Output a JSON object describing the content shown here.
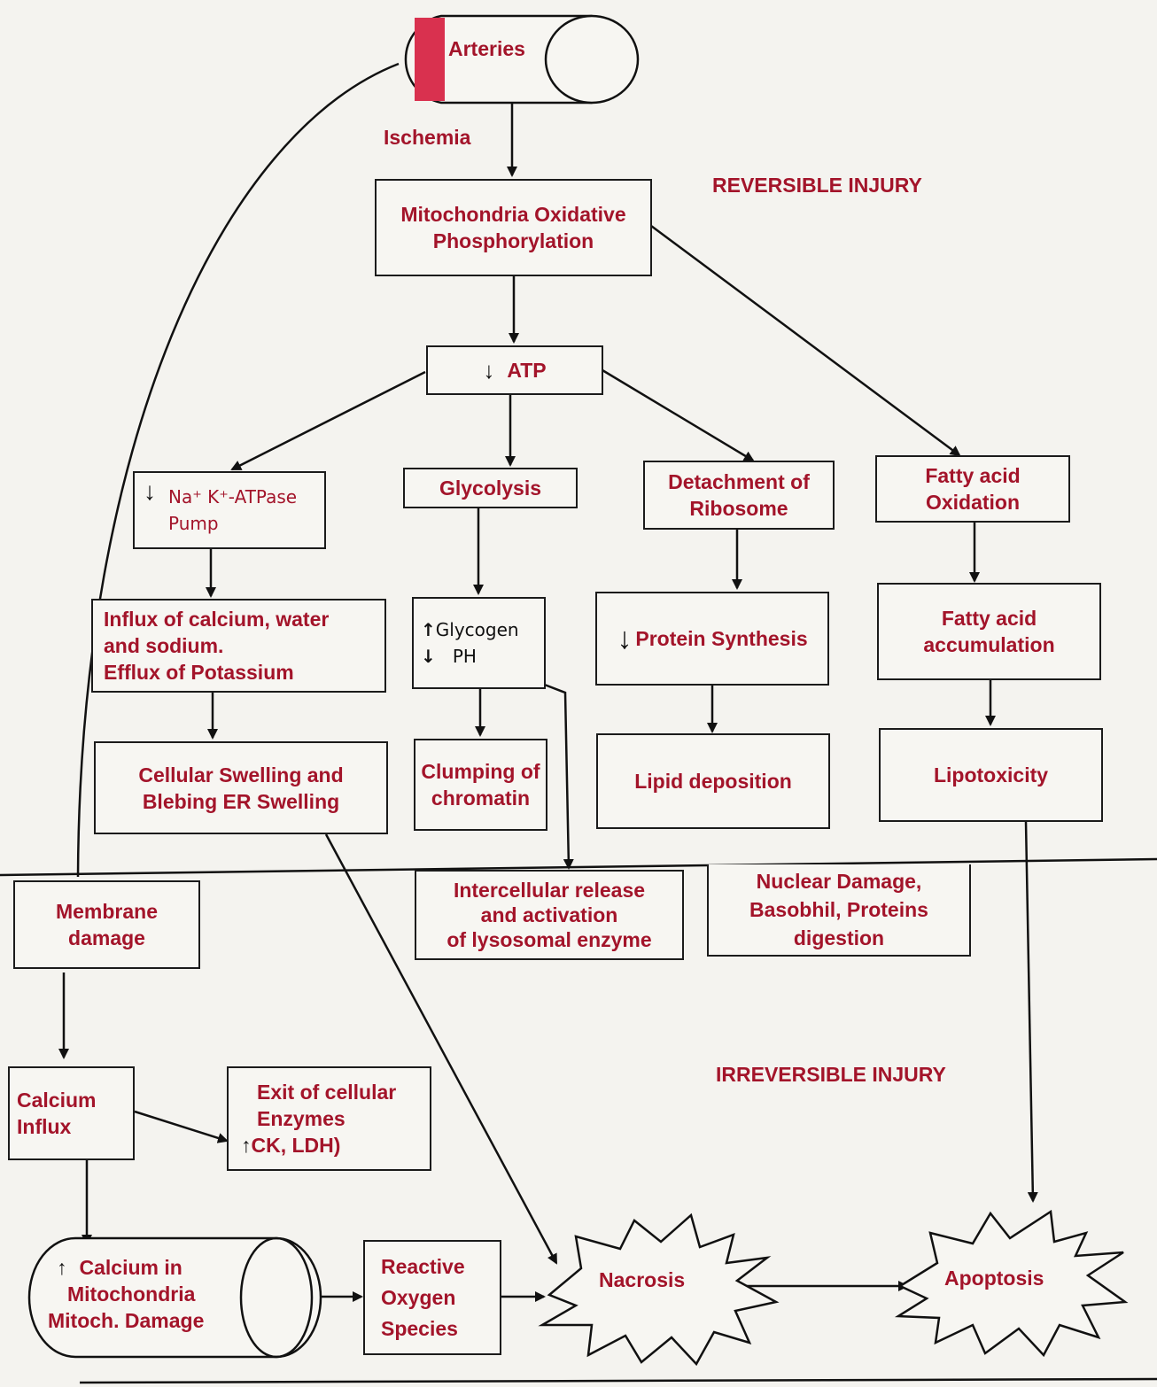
{
  "top": {
    "arteries": "Arteries",
    "ischemia": "Ischemia",
    "reversible_title": "REVERSIBLE INJURY",
    "irreversible_title": "IRREVERSIBLE INJURY"
  },
  "nodes": {
    "mito_oxphos": [
      "Mitochondria Oxidative",
      "Phosphorylation"
    ],
    "atp": "ATP",
    "na_k_pump": [
      "Na⁺ K⁺-ATPase",
      "Pump"
    ],
    "glycolysis": "Glycolysis",
    "detach_ribosome": [
      "Detachment of",
      "Ribosome"
    ],
    "fatty_oxidation": [
      "Fatty acid",
      "Oxidation"
    ],
    "influx": [
      "Influx of calcium, water",
      "and sodium.",
      "Efflux of Potassium"
    ],
    "glycogen": "Glycogen",
    "ph": "PH",
    "protein_synthesis": "Protein Synthesis",
    "fatty_accum": [
      "Fatty acid",
      "accumulation"
    ],
    "swelling": [
      "Cellular Swelling and",
      "Blebing ER Swelling"
    ],
    "clumping": [
      "Clumping of",
      "chromatin"
    ],
    "lipid": "Lipid deposition",
    "lipotoxicity": "Lipotoxicity",
    "membrane": [
      "Membrane",
      "damage"
    ],
    "lysosomal": [
      "Intercellular release",
      "and activation",
      "of lysosomal enzyme"
    ],
    "nuclear": [
      "Nuclear Damage,",
      "Basobhil, Proteins",
      "digestion"
    ],
    "calcium_influx": [
      "Calcium",
      "Influx"
    ],
    "exit_enzymes": [
      "Exit of cellular",
      "Enzymes",
      "CK, LDH)"
    ],
    "calcium_mito": [
      "Calcium in",
      "Mitochondria",
      "Mitoch. Damage"
    ],
    "ros": [
      "Reactive",
      "Oxygen",
      "Species"
    ],
    "necrosis": "Nacrosis",
    "apoptosis": "Apoptosis"
  },
  "colors": {
    "text": "#a3142a",
    "line": "#1b1b1b",
    "artery_band": "#d9314f"
  }
}
